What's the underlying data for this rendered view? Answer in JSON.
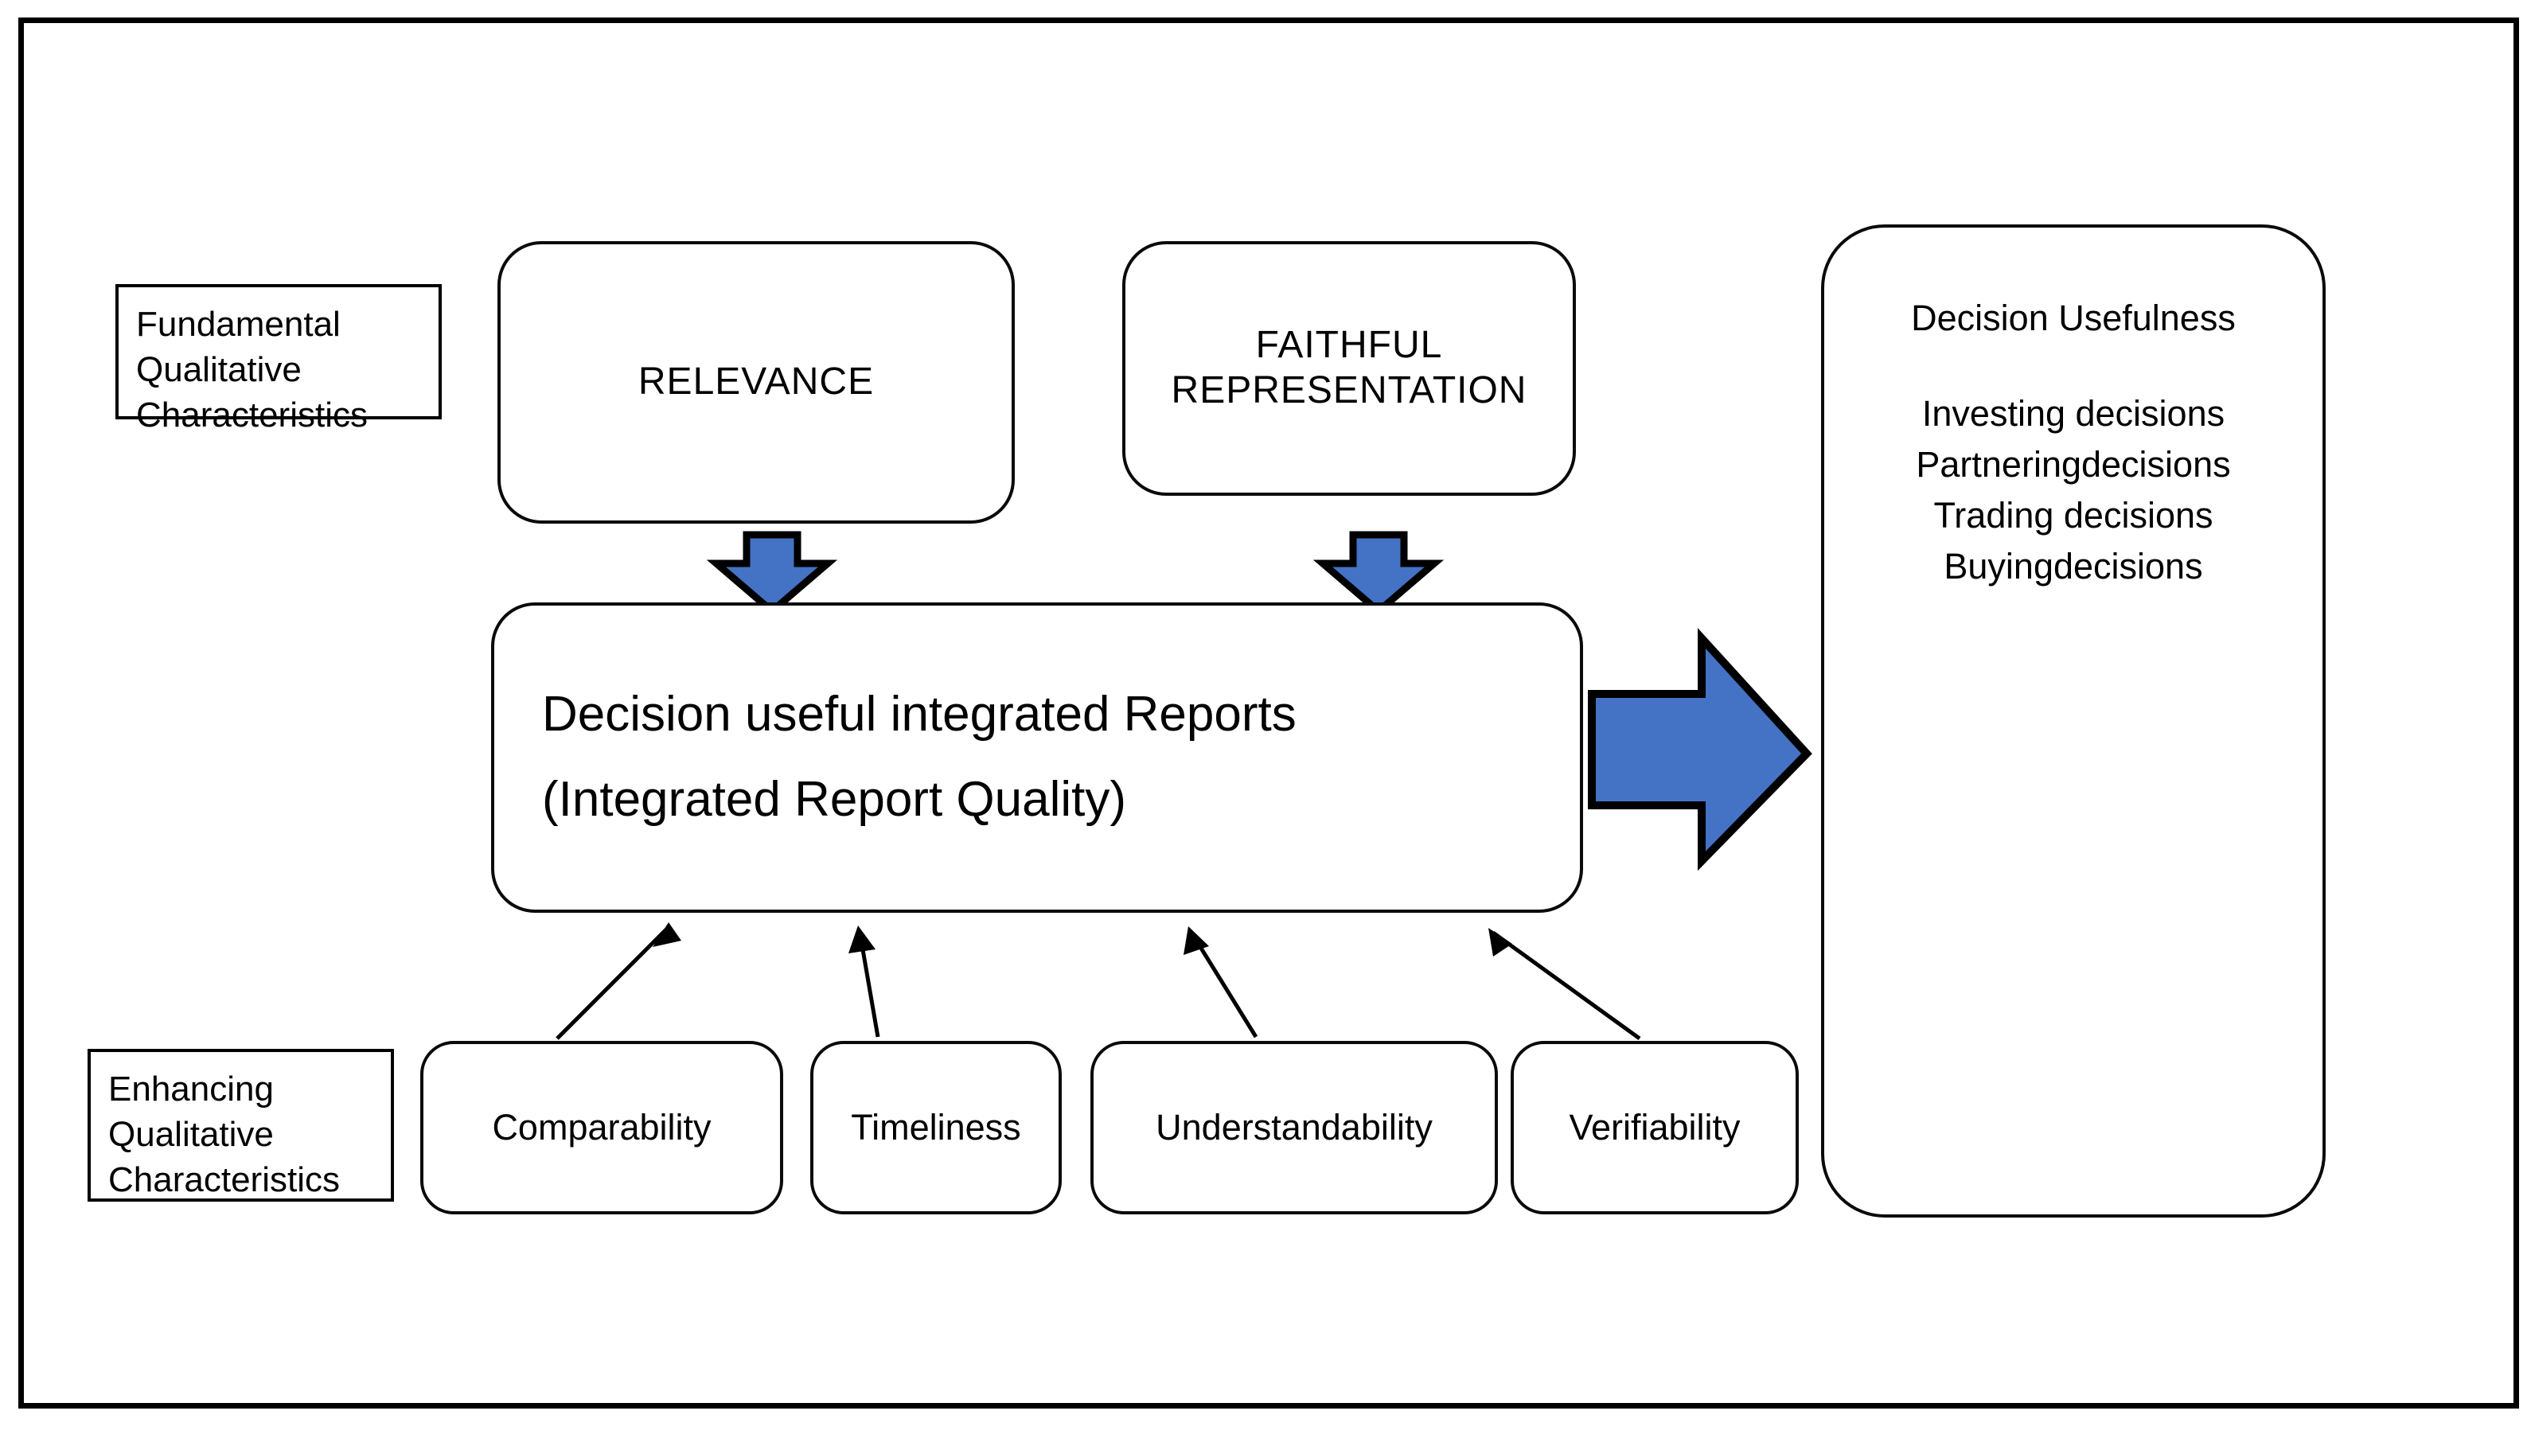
{
  "diagram": {
    "title": "Decision Useful Integrated Reporting Framework",
    "colors": {
      "arrow_blue": "#4472C4",
      "outline_black": "#000000",
      "background_white": "#FFFFFF"
    },
    "labels": {
      "fundamental": "Fundamental\nQualitative\nCharacteristics",
      "enhancing": "Enhancing\nQualitative\nCharacteristics"
    },
    "fundamental_characteristics": [
      {
        "id": "relevance",
        "text": "RELEVANCE"
      },
      {
        "id": "faithful",
        "text": "FAITHFUL\nREPRESENTATION"
      }
    ],
    "central": {
      "text": "Decision useful integrated Reports\n(Integrated Report Quality)"
    },
    "outcome_panel": {
      "heading": "Decision Usefulness",
      "items": [
        "Investing decisions",
        "Partneringdecisions",
        "Trading decisions",
        "Buyingdecisions"
      ]
    },
    "enhancing_characteristics": [
      {
        "id": "comparability",
        "text": "Comparability"
      },
      {
        "id": "timeliness",
        "text": "Timeliness"
      },
      {
        "id": "understandability",
        "text": "Understandability"
      },
      {
        "id": "verifiability",
        "text": "Verifiability"
      }
    ],
    "connectors": {
      "relevance_to_central": "blue-down-arrow",
      "faithful_to_central": "blue-down-arrow",
      "central_to_outcome": "blue-right-arrow",
      "enhancing_to_central": "thin-black-arrow"
    }
  }
}
